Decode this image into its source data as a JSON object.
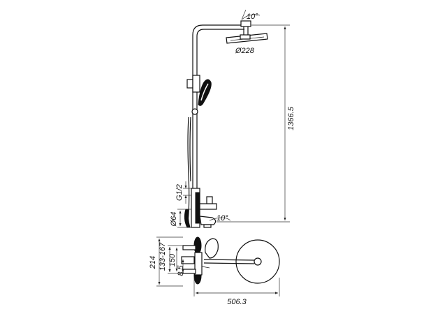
{
  "dimensions": {
    "spray_angle_top": "10°",
    "head_diameter": "Ø228",
    "total_height": "1366.5",
    "thread_size": "G1/2",
    "mixer_diameter": "Ø64",
    "spout_angle": "10°",
    "depth_total": "214",
    "center_distance": "133-167",
    "spacing_150": "150",
    "offset_8_5": "8.5",
    "arm_length": "506.3"
  }
}
